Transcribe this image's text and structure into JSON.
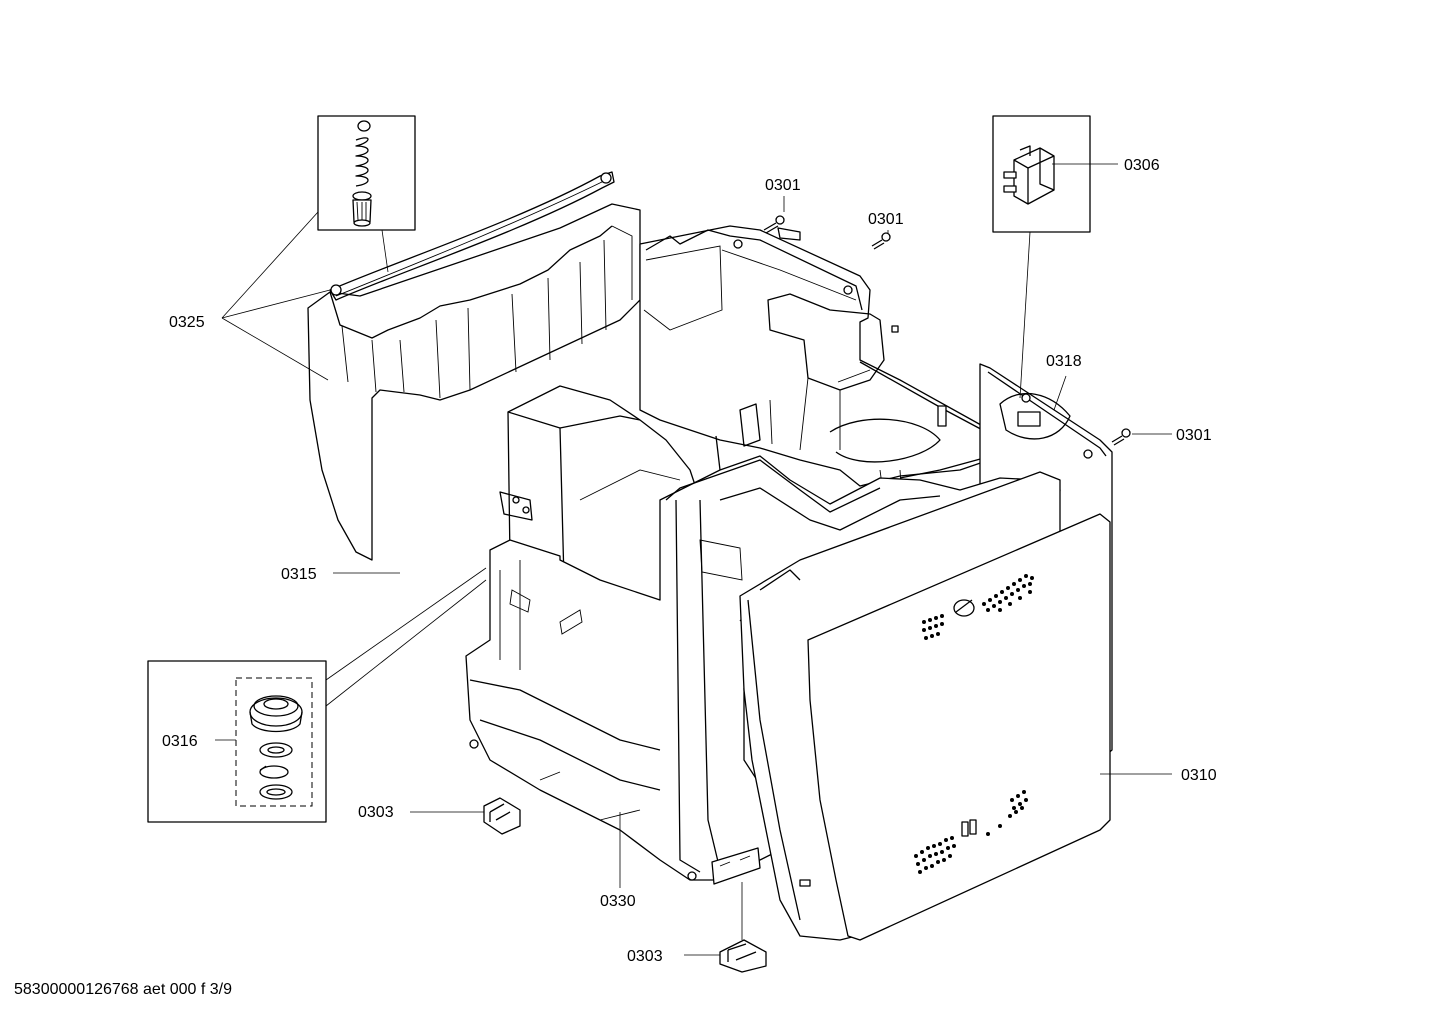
{
  "diagram": {
    "callouts": [
      {
        "id": "0325",
        "label": "0325"
      },
      {
        "id": "0301a",
        "label": "0301"
      },
      {
        "id": "0301b",
        "label": "0301"
      },
      {
        "id": "0306",
        "label": "0306"
      },
      {
        "id": "0318",
        "label": "0318"
      },
      {
        "id": "0301c",
        "label": "0301"
      },
      {
        "id": "0315",
        "label": "0315"
      },
      {
        "id": "0316",
        "label": "0316"
      },
      {
        "id": "0310",
        "label": "0310"
      },
      {
        "id": "0303a",
        "label": "0303"
      },
      {
        "id": "0330",
        "label": "0330"
      },
      {
        "id": "0303b",
        "label": "0303"
      }
    ]
  },
  "footer": {
    "reference": "58300000126768 aet 000 f 3/9"
  }
}
